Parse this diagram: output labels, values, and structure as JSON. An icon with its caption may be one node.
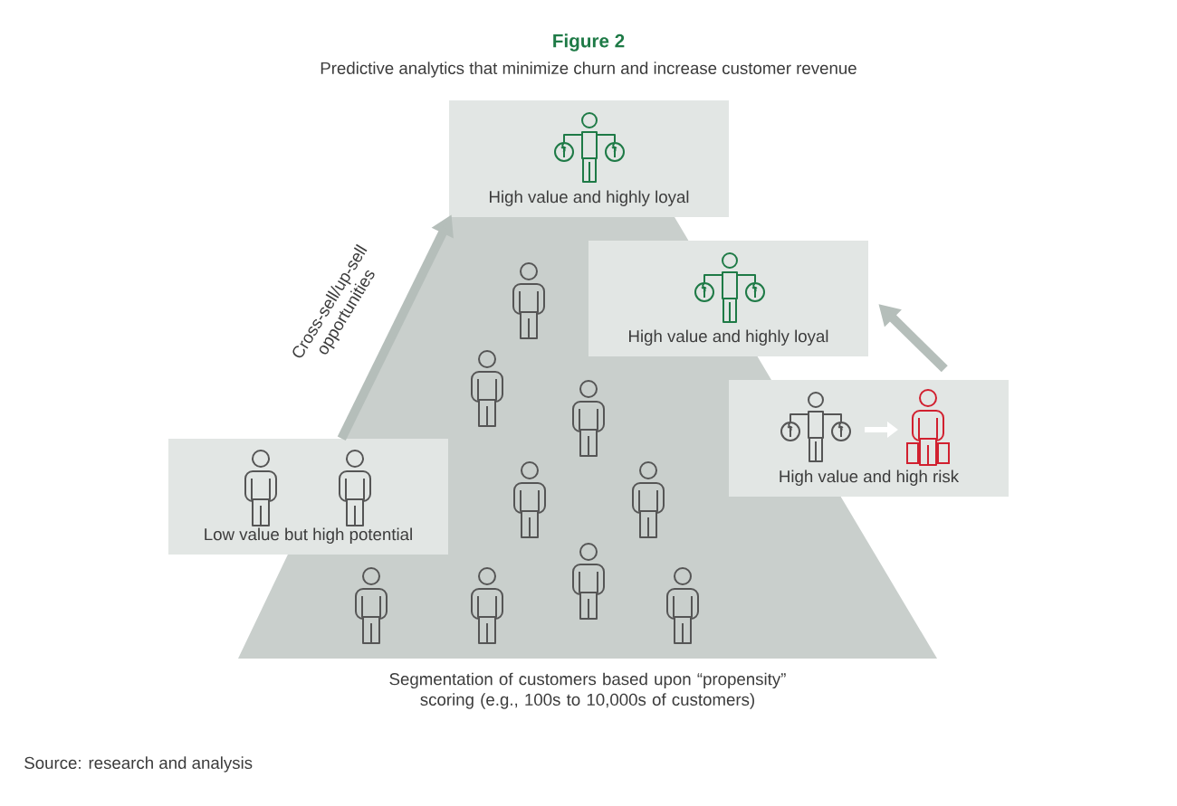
{
  "diagram": {
    "title": "Figure 2",
    "caption": "Source: research and analysis",
    "nodes": [
      {
        "text": [
          "Segmentation of customers based upon “propensity” scoring (e.g., 100s to 10,000s of customers)"
        ]
      },
      {
        "text": [
          "High value and highly loyal"
        ]
      },
      {
        "text": [
          "High value and highly loyal"
        ]
      },
      {
        "text": [
          "High value and high risk"
        ]
      },
      {
        "text": [
          "Low value but high potential"
        ]
      }
    ],
    "edges": [
      {
        "from": 4,
        "to": 1,
        "arrow": "to",
        "label": "Cross-sell/up-sell opportunities"
      },
      {
        "from": 3,
        "to": 2,
        "arrow": "to"
      }
    ],
    "labels": [
      "Predictive analytics that minimize churn and increase customer revenue"
    ]
  }
}
